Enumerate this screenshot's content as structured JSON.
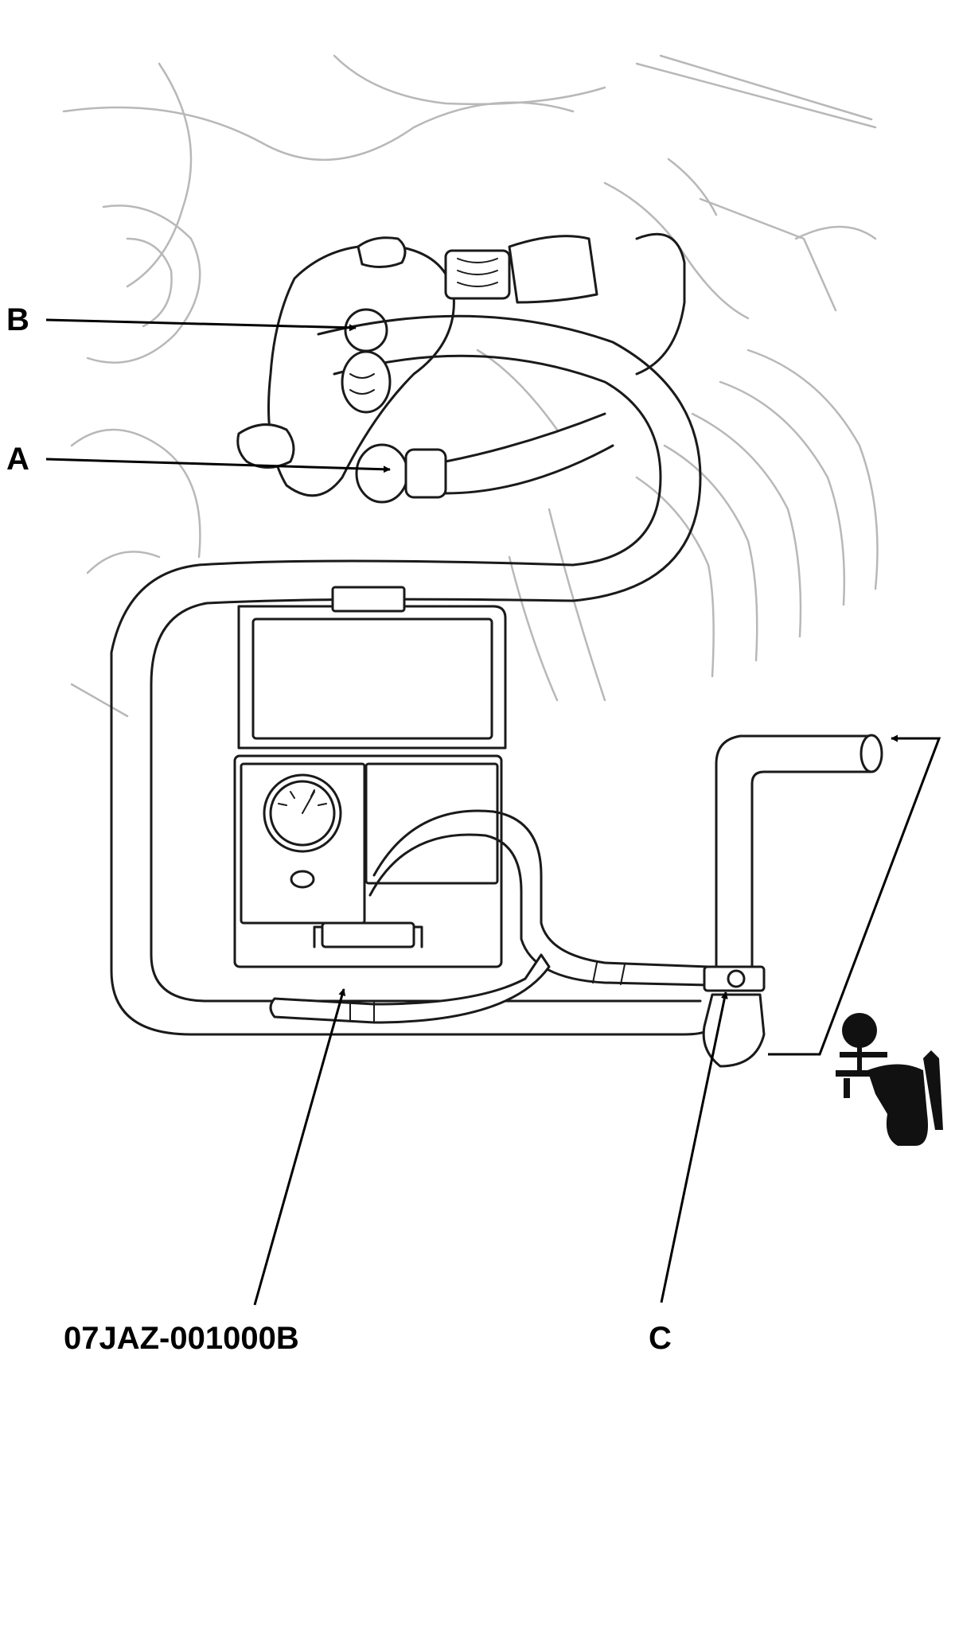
{
  "callouts": {
    "a": "A",
    "b": "B",
    "c": "C",
    "tool_number": "07JAZ-001000B"
  },
  "colors": {
    "ink": "#1a1a1a",
    "background_linework": "#b8b8b8",
    "label": "#000000"
  },
  "icons": [
    "vacuum-pump-icon"
  ]
}
